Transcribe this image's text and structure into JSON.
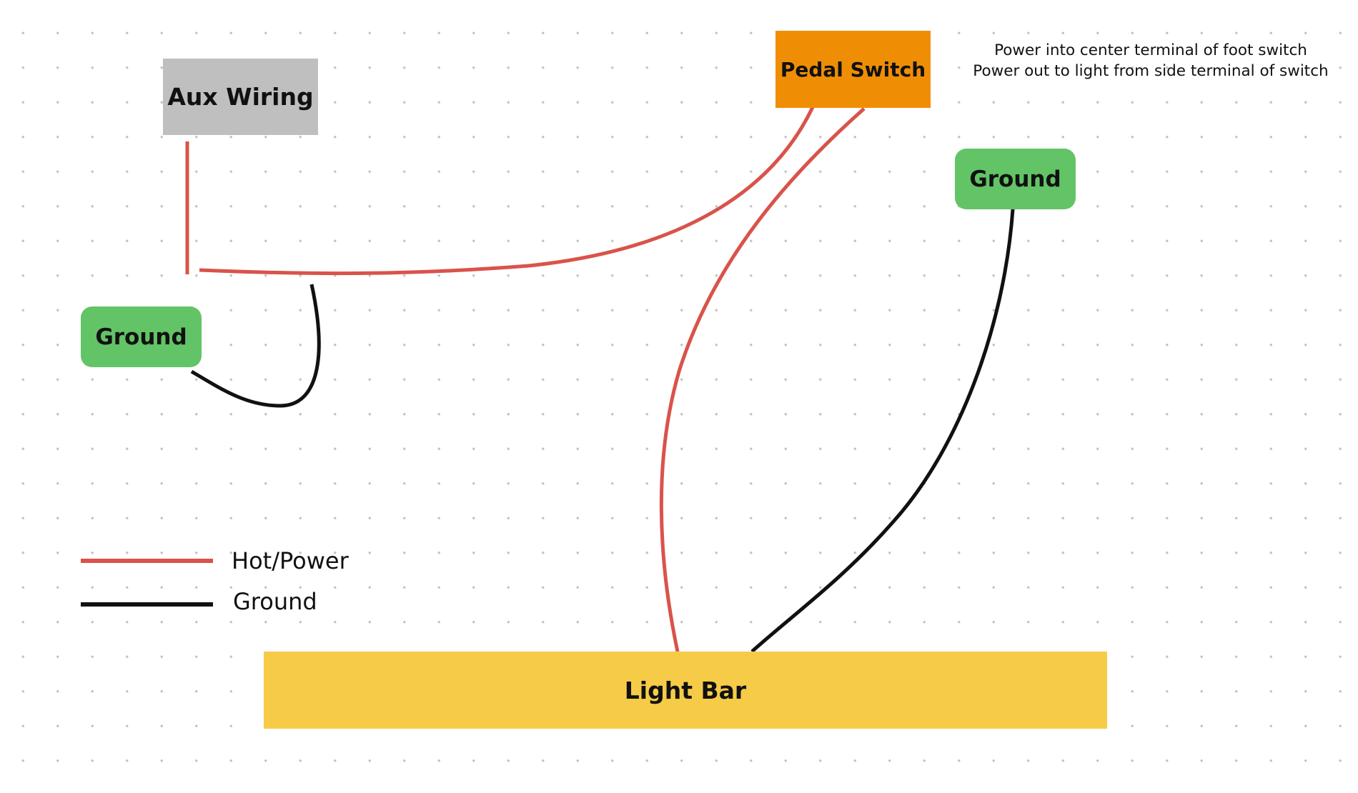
{
  "nodes": {
    "aux_wiring": {
      "label": "Aux Wiring",
      "color": "#bfbfbf"
    },
    "pedal_switch": {
      "label": "Pedal Switch",
      "color": "#ef8e05"
    },
    "ground_left": {
      "label": "Ground",
      "color": "#62c466"
    },
    "ground_right": {
      "label": "Ground",
      "color": "#62c466"
    },
    "light_bar": {
      "label": "Light Bar",
      "color": "#f6cb47"
    }
  },
  "note": {
    "line1": "Power into center terminal of foot switch",
    "line2": "Power out to light from side terminal of switch"
  },
  "legend": {
    "hot": {
      "label": "Hot/Power",
      "color": "#d9534a"
    },
    "ground": {
      "label": "Ground",
      "color": "#111111"
    }
  },
  "connections": [
    {
      "from": "Aux Wiring",
      "to": "Pedal Switch",
      "type": "hot"
    },
    {
      "from": "Pedal Switch",
      "to": "Light Bar",
      "type": "hot"
    },
    {
      "from": "Ground",
      "to": "Hot/Power junction",
      "type": "ground"
    },
    {
      "from": "Ground",
      "to": "Light Bar",
      "type": "ground"
    }
  ]
}
